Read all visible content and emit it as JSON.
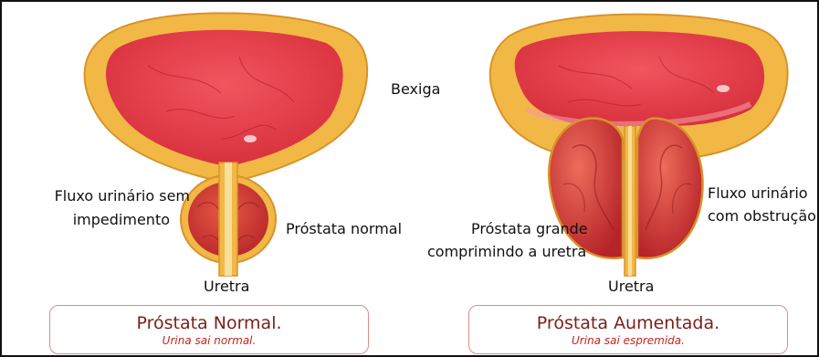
{
  "labels": {
    "bladder": "Bexiga",
    "normal_flow_line1": "Fluxo urinário sem",
    "normal_flow_line2": "impedimento",
    "normal_prostate": "Próstata normal",
    "urethra_left": "Uretra",
    "large_prostate_line1": "Próstata grande",
    "large_prostate_line2": "comprimindo a uretra",
    "obstructed_flow_line1": "Fluxo urinário",
    "obstructed_flow_line2": "com obstrução",
    "urethra_right": "Uretra"
  },
  "captions": {
    "normal": {
      "title": "Próstata Normal.",
      "subtitle": "Urina sai normal."
    },
    "enlarged": {
      "title": "Próstata Aumentada.",
      "subtitle": "Urina sai espremida."
    }
  },
  "colors": {
    "bladder_wall": "#f2b845",
    "bladder_interior": "#e8414d",
    "prostate": "#d63b3a",
    "caption_border": "#d98d86",
    "caption_title": "#7a1f1a",
    "caption_subtitle": "#c0261f"
  }
}
